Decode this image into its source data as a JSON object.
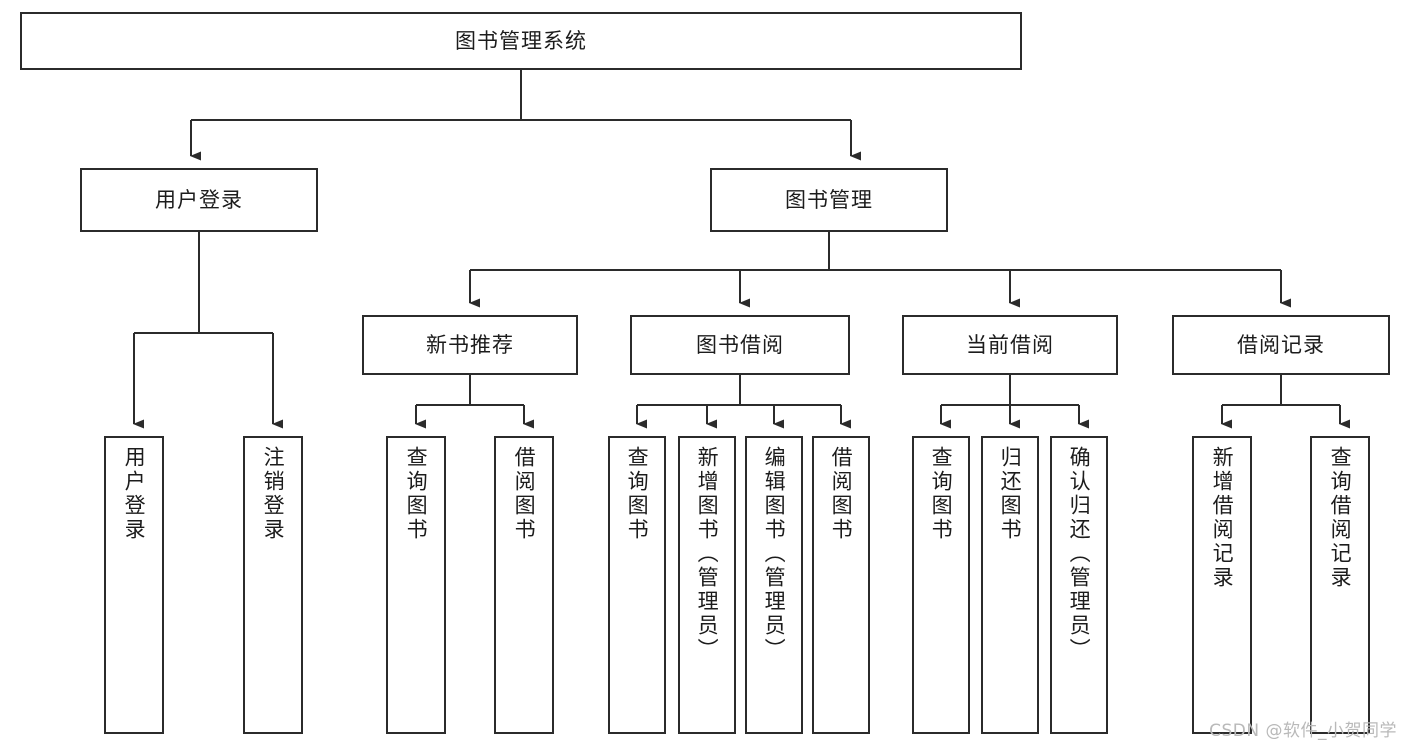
{
  "diagram": {
    "type": "tree-hierarchy",
    "title": "图书管理系统",
    "orientation": "top-down",
    "colors": {
      "box_border": "#2b2b2b",
      "box_fill": "#ffffff",
      "connector": "#2b2b2b",
      "text": "#1c1c1c",
      "watermark": "#b9b9b9",
      "background": "#ffffff"
    },
    "root": {
      "label": "图书管理系统"
    },
    "level2": [
      {
        "label": "用户登录"
      },
      {
        "label": "图书管理"
      }
    ],
    "level3": [
      {
        "label": "新书推荐"
      },
      {
        "label": "图书借阅"
      },
      {
        "label": "当前借阅"
      },
      {
        "label": "借阅记录"
      }
    ],
    "leaves": {
      "user_login": [
        {
          "label": "用户登录"
        },
        {
          "label": "注销登录"
        }
      ],
      "new_book_recommend": [
        {
          "label": "查询图书"
        },
        {
          "label": "借阅图书"
        }
      ],
      "book_borrow": [
        {
          "label": "查询图书"
        },
        {
          "label": "新增图书（管理员）"
        },
        {
          "label": "编辑图书（管理员）"
        },
        {
          "label": "借阅图书"
        }
      ],
      "current_borrow": [
        {
          "label": "查询图书"
        },
        {
          "label": "归还图书"
        },
        {
          "label": "确认归还（管理员）"
        }
      ],
      "borrow_record": [
        {
          "label": "新增借阅记录"
        },
        {
          "label": "查询借阅记录"
        }
      ]
    }
  },
  "watermark": {
    "text": "CSDN @软件_小贺同学"
  }
}
